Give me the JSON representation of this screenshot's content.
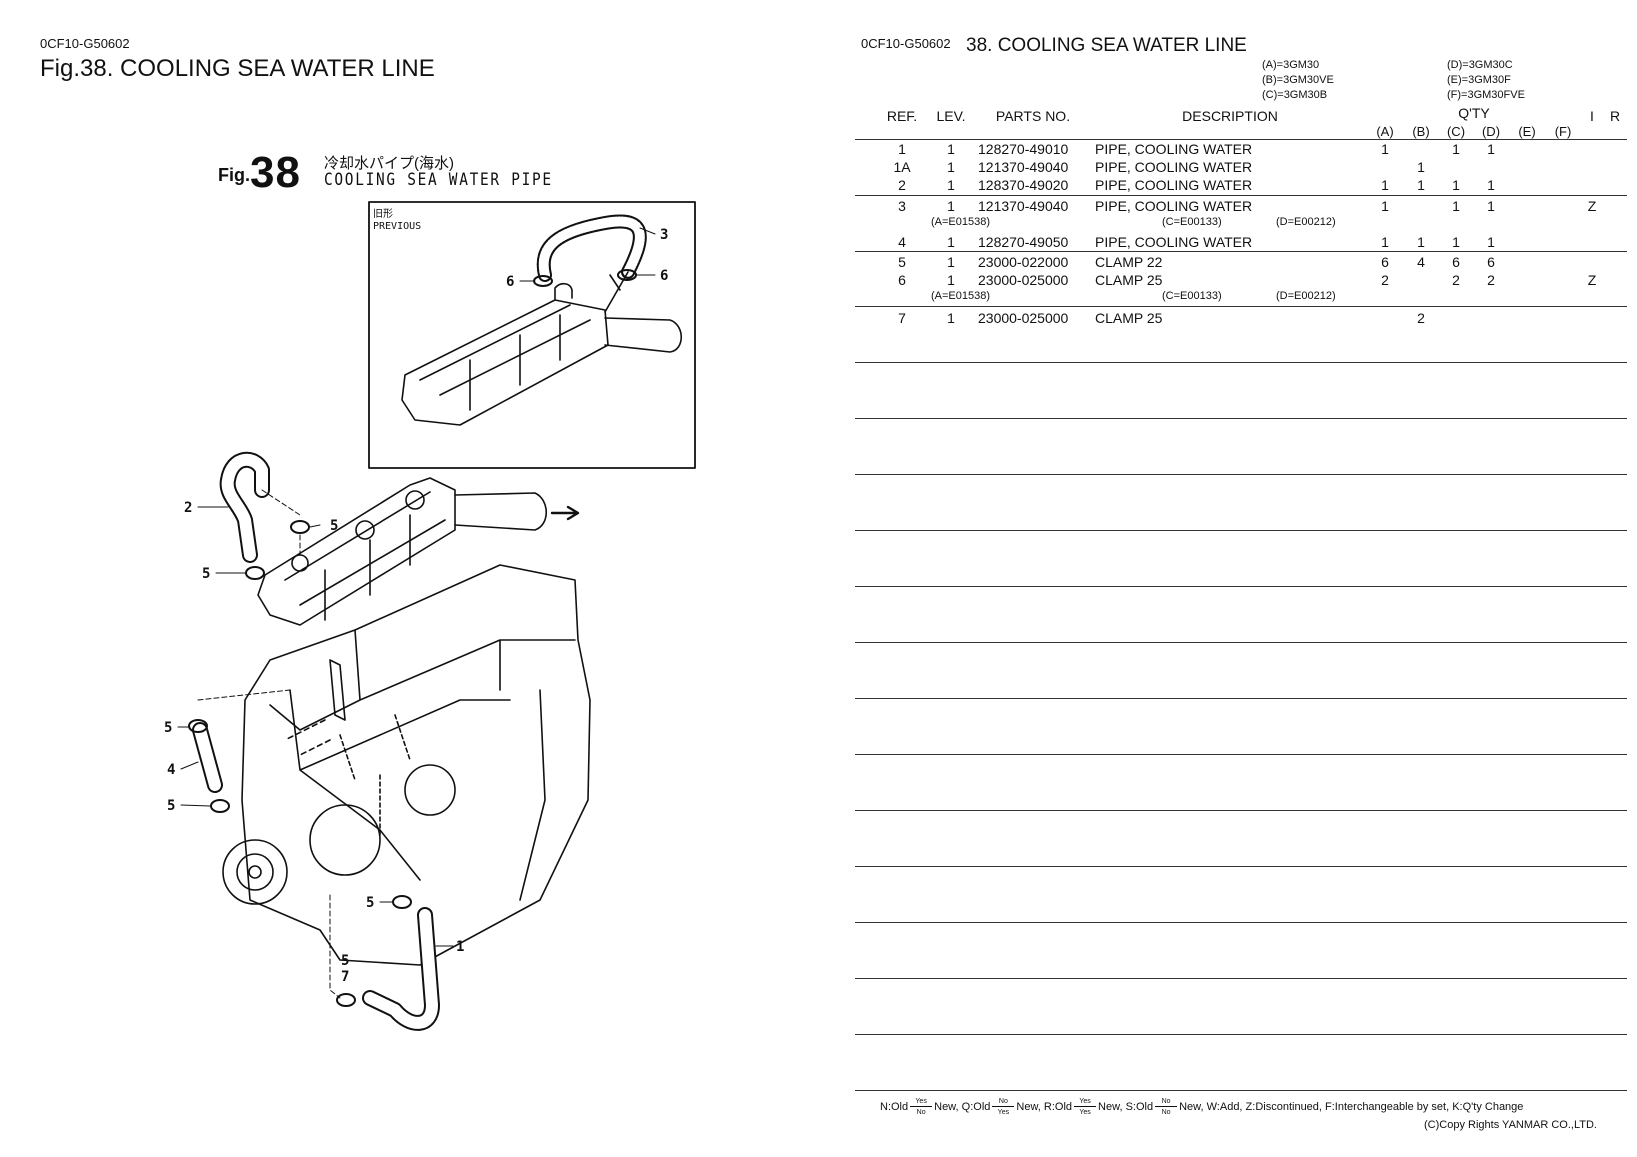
{
  "left": {
    "doc_id": "0CF10-G50602",
    "title": "Fig.38.  COOLING SEA WATER LINE",
    "figure": {
      "fig_label": "Fig.",
      "fig_number": "38",
      "title_jp": "冷却水パイプ(海水)",
      "title_en": "COOLING SEA WATER PIPE",
      "inset_label_jp": "旧形",
      "inset_label": "PREVIOUS",
      "callouts": [
        "3",
        "6",
        "6",
        "2",
        "5",
        "5",
        "5",
        "4",
        "5",
        "5",
        "1",
        "5",
        "7"
      ]
    }
  },
  "right": {
    "doc_id": "0CF10-G50602",
    "title": "38.  COOLING SEA WATER LINE",
    "models": [
      "(A)=3GM30",
      "(B)=3GM30VE",
      "(C)=3GM30B",
      "(D)=3GM30C",
      "(E)=3GM30F",
      "(F)=3GM30FVE"
    ],
    "headers": {
      "ref": "REF.",
      "lev": "LEV.",
      "parts_no": "PARTS NO.",
      "description": "DESCRIPTION",
      "qty": "Q'TY",
      "i": "I",
      "r": "R",
      "qty_cols": [
        "(A)",
        "(B)",
        "(C)",
        "(D)",
        "(E)",
        "(F)"
      ]
    },
    "rows": [
      {
        "ref": "1",
        "lev": "1",
        "parts_no": "128270-49010",
        "description": "PIPE, COOLING WATER",
        "qty": [
          "1",
          "",
          "1",
          "1",
          "",
          ""
        ],
        "i": "",
        "r": ""
      },
      {
        "ref": "1A",
        "lev": "1",
        "parts_no": "121370-49040",
        "description": "PIPE, COOLING WATER",
        "qty": [
          "",
          "1",
          "",
          "",
          "",
          ""
        ],
        "i": "",
        "r": ""
      },
      {
        "ref": "2",
        "lev": "1",
        "parts_no": "128370-49020",
        "description": "PIPE, COOLING WATER",
        "qty": [
          "1",
          "1",
          "1",
          "1",
          "",
          ""
        ],
        "i": "",
        "r": ""
      },
      {
        "ref": "3",
        "lev": "1",
        "parts_no": "121370-49040",
        "description": "PIPE, COOLING WATER",
        "qty": [
          "1",
          "",
          "1",
          "1",
          "",
          ""
        ],
        "i": "Z",
        "r": "",
        "notes": [
          "(A=E01538)",
          "(C=E00133)",
          "(D=E00212)"
        ]
      },
      {
        "ref": "4",
        "lev": "1",
        "parts_no": "128270-49050",
        "description": "PIPE, COOLING WATER",
        "qty": [
          "1",
          "1",
          "1",
          "1",
          "",
          ""
        ],
        "i": "",
        "r": ""
      },
      {
        "ref": "5",
        "lev": "1",
        "parts_no": "23000-022000",
        "description": "CLAMP 22",
        "qty": [
          "6",
          "4",
          "6",
          "6",
          "",
          ""
        ],
        "i": "",
        "r": ""
      },
      {
        "ref": "6",
        "lev": "1",
        "parts_no": "23000-025000",
        "description": "CLAMP 25",
        "qty": [
          "2",
          "",
          "2",
          "2",
          "",
          ""
        ],
        "i": "Z",
        "r": "",
        "notes": [
          "(A=E01538)",
          "(C=E00133)",
          "(D=E00212)"
        ]
      },
      {
        "ref": "7",
        "lev": "1",
        "parts_no": "23000-025000",
        "description": "CLAMP 25",
        "qty": [
          "",
          "2",
          "",
          "",
          "",
          ""
        ],
        "i": "",
        "r": ""
      }
    ],
    "footer": {
      "legend": [
        {
          "pre": "N:Old",
          "top": "Yes",
          "bottom": "No",
          "post": "New,"
        },
        {
          "pre": "Q:Old",
          "top": "No",
          "bottom": "Yes",
          "post": "New,"
        },
        {
          "pre": "R:Old",
          "top": "Yes",
          "bottom": "Yes",
          "post": "New,"
        },
        {
          "pre": "S:Old",
          "top": "No",
          "bottom": "No",
          "post": "New,"
        }
      ],
      "legend_tail": "W:Add, Z:Discontinued, F:Interchangeable by set, K:Q'ty Change",
      "copyright": "(C)Copy Rights YANMAR CO.,LTD."
    }
  }
}
